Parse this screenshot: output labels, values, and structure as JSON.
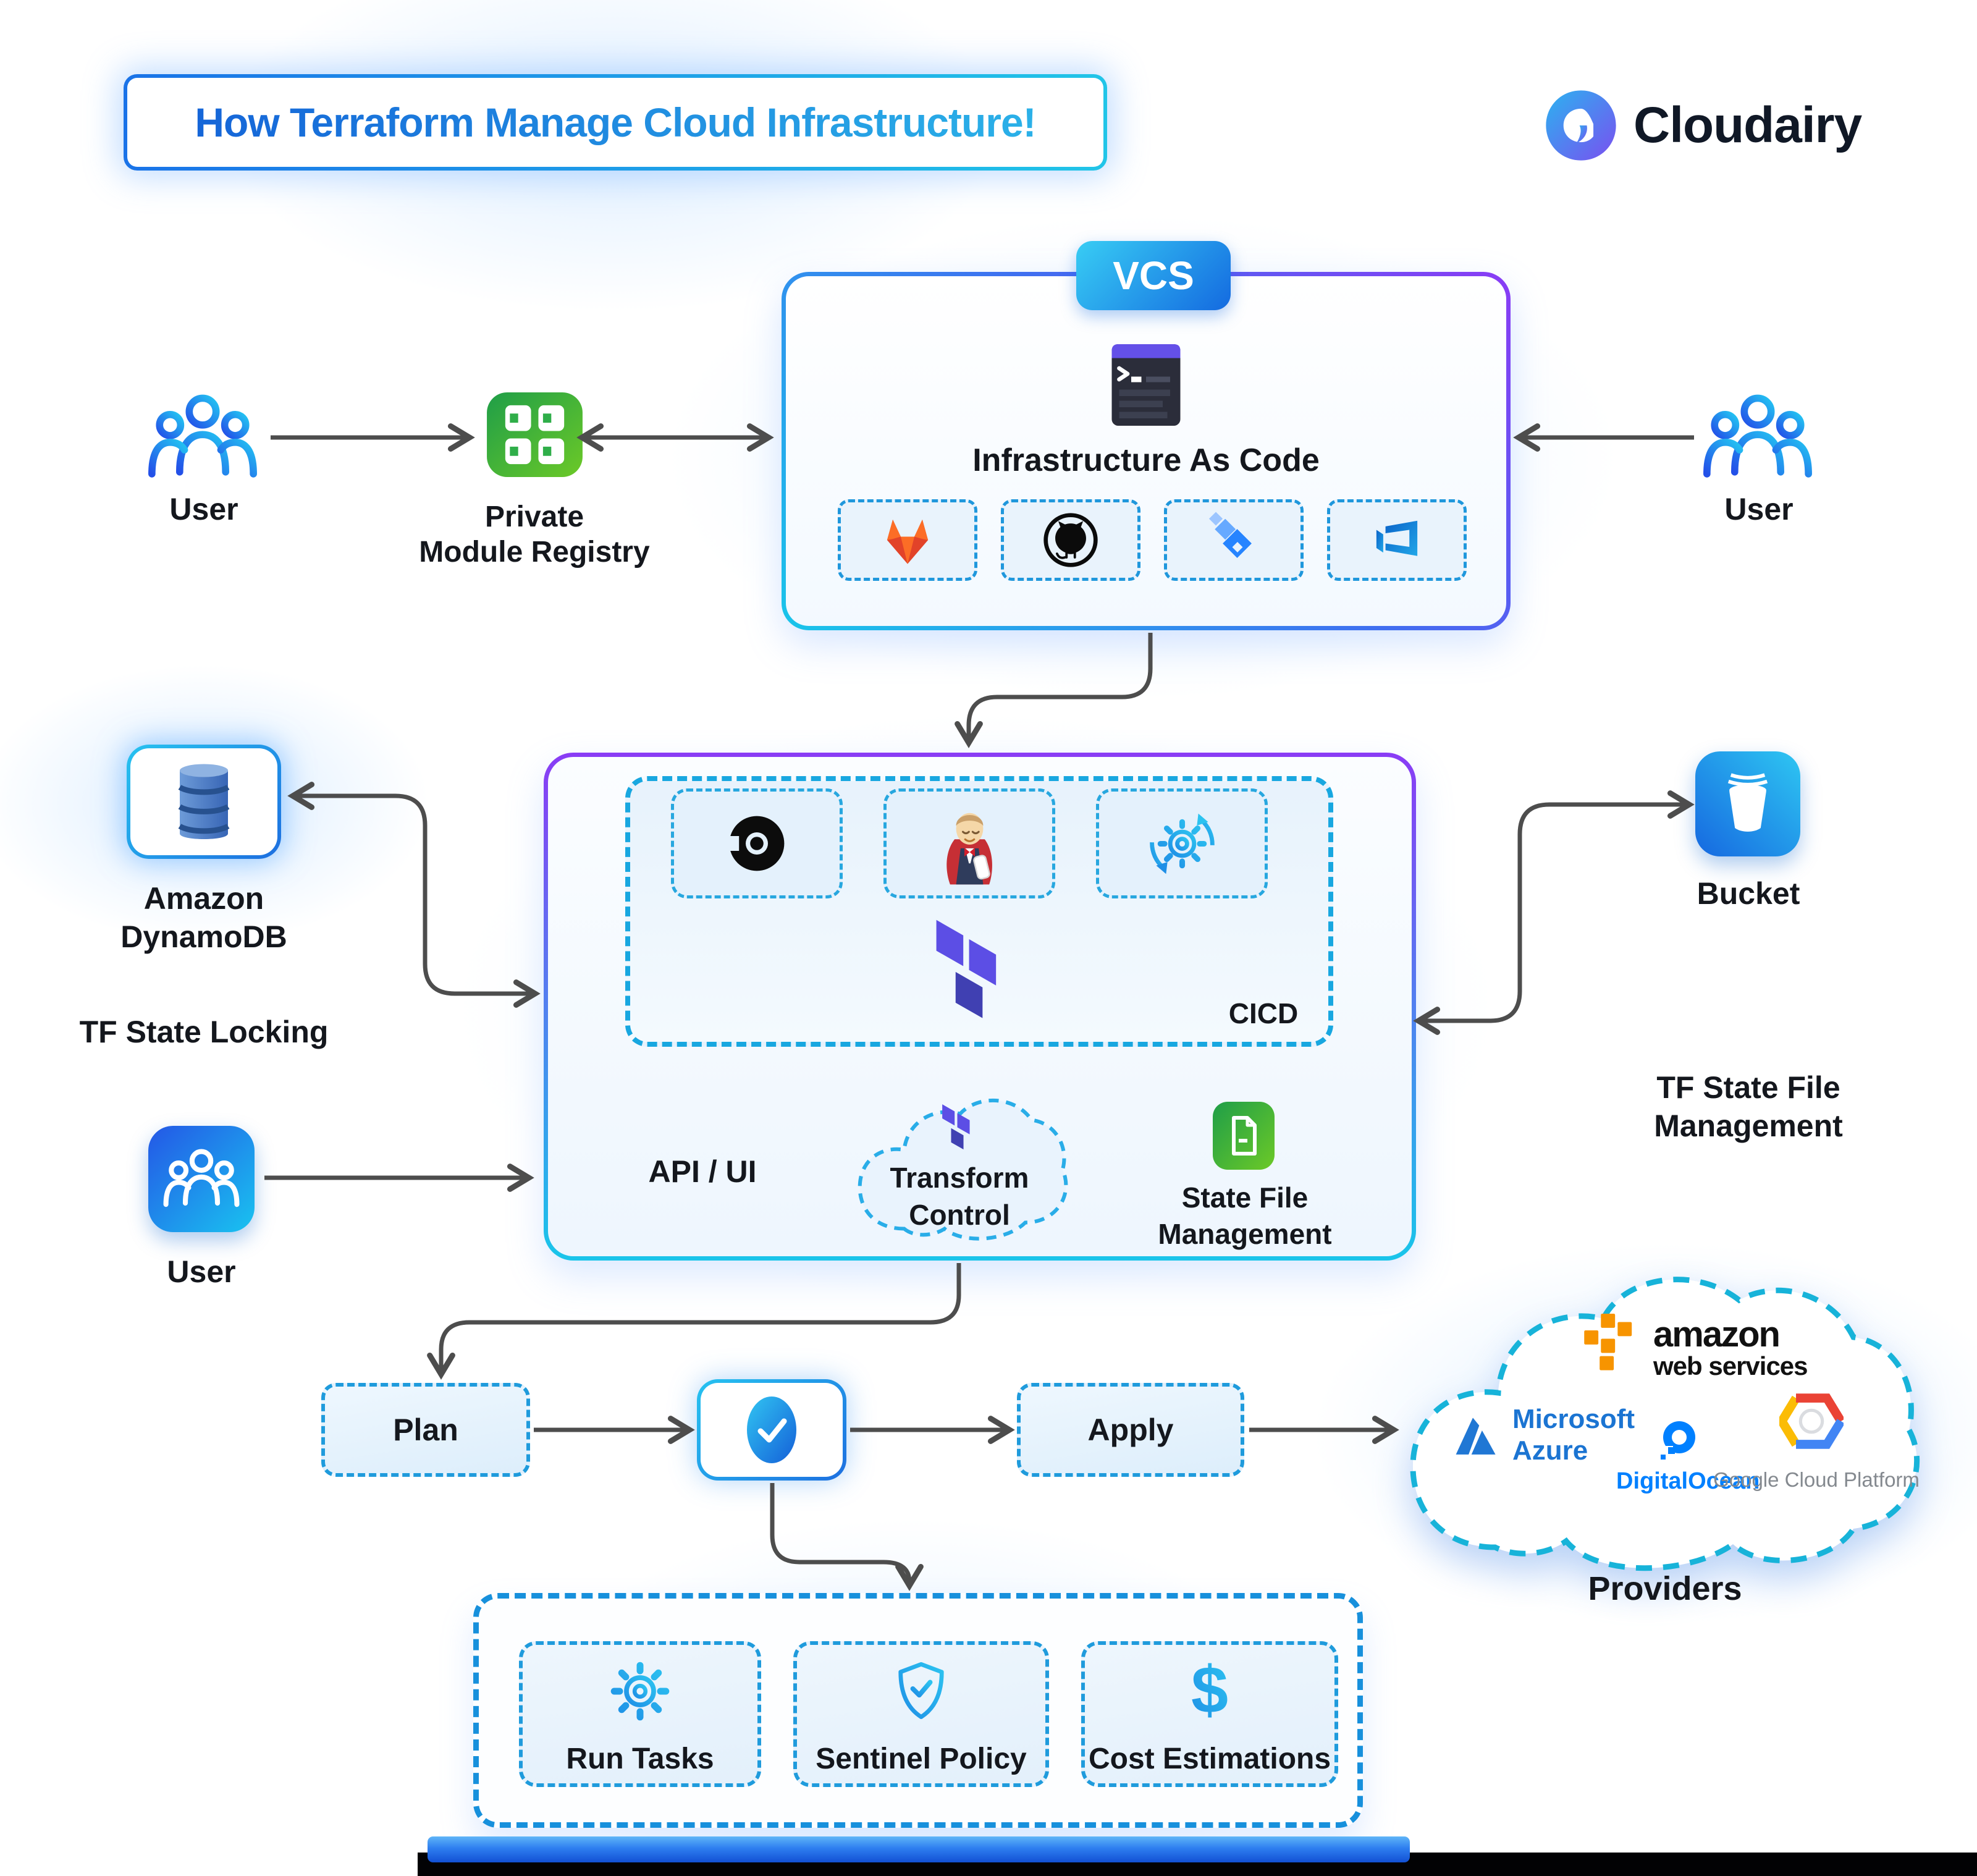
{
  "title": {
    "text": "How Terraform Manage Cloud Infrastructure!"
  },
  "brand": {
    "name": "Cloudairy",
    "logo": "cloudairy-ring-icon"
  },
  "vcs": {
    "tab_label": "VCS",
    "heading": "Infrastructure As Code",
    "heading_icon": "terminal-icon",
    "tools": [
      {
        "name": "gitlab-icon"
      },
      {
        "name": "github-icon"
      },
      {
        "name": "jira-icon"
      },
      {
        "name": "azure-devops-icon"
      }
    ]
  },
  "actors": {
    "user_top_left": "User",
    "user_top_right": "User",
    "user_bottom_left": "User"
  },
  "registry": {
    "label_line1": "Private",
    "label_line2": "Module Registry",
    "icon": "module-registry-icon"
  },
  "state_locking": {
    "db_label_line1": "Amazon",
    "db_label_line2": "DynamoDB",
    "caption": "TF State Locking",
    "icon": "dynamodb-icon"
  },
  "state_file": {
    "bucket_label": "Bucket",
    "caption_line1": "TF State File",
    "caption_line2": "Management",
    "icon": "bucket-icon"
  },
  "core": {
    "cicd_label": "CICD",
    "ci_tools": [
      {
        "name": "circleci-icon"
      },
      {
        "name": "jenkins-icon"
      },
      {
        "name": "sync-gear-icon"
      }
    ],
    "terraform_logo": "terraform-icon",
    "api_ui_label": "API / UI",
    "transform_line1": "Transform",
    "transform_line2": "Control",
    "statefile_line1": "State File",
    "statefile_line2": "Management"
  },
  "pipeline": {
    "plan_label": "Plan",
    "approve_icon": "check-icon",
    "apply_label": "Apply"
  },
  "providers": {
    "caption": "Providers",
    "aws_line1": "amazon",
    "aws_line2": "web services",
    "azure_line1": "Microsoft",
    "azure_line2": "Azure",
    "digitalocean_label": "DigitalOcean",
    "gcp_label": "Google Cloud Platform"
  },
  "governance": {
    "items": [
      {
        "label": "Run Tasks",
        "icon": "gear-icon"
      },
      {
        "label": "Sentinel Policy",
        "icon": "shield-check-icon"
      },
      {
        "label": "Cost Estimations",
        "icon": "dollar-icon"
      }
    ]
  },
  "colors": {
    "arrow": "#4d4d4d",
    "dashed_border": "#1b9fdd",
    "purple": "#8a3cf5",
    "cyan": "#19c5ea",
    "blue": "#1d6fe0",
    "green": "#2fae49",
    "title_blue": "#1a73e8",
    "terraform_purple": "#4d47cf",
    "gitlab_orange": "#e24329",
    "aws_orange": "#f79400",
    "do_blue": "#0080ff"
  }
}
